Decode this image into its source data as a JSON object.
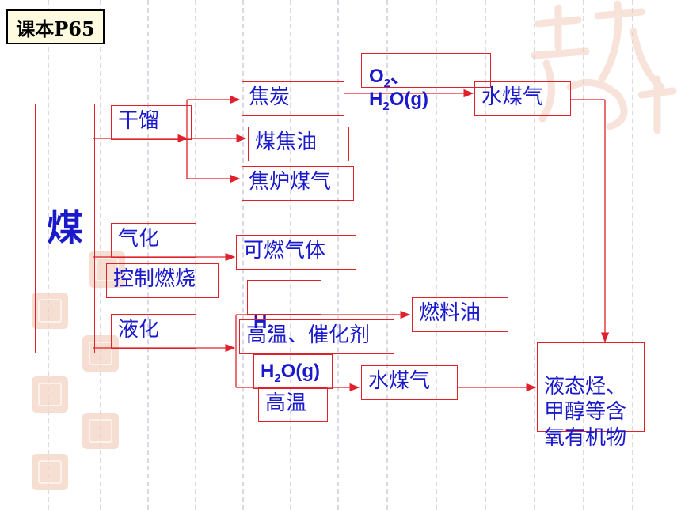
{
  "title": "课本P65",
  "root": "煤",
  "branches": {
    "dry_distillation": "干馏",
    "gasification": "气化",
    "controlled_combustion": "控制燃烧",
    "liquefaction": "液化"
  },
  "products": {
    "coke": "焦炭",
    "coal_tar": "煤焦油",
    "coke_oven_gas": "焦炉煤气",
    "water_gas_top": "水煤气",
    "combustible_gas": "可燃气体",
    "fuel_oil": "燃料油",
    "water_gas_bottom": "水煤气",
    "final_products": "液态烃、\n甲醇等含\n氧有机物"
  },
  "conditions": {
    "top_reagent_line1_main": "O",
    "top_reagent_line1_sub": "2",
    "top_reagent_line1_tail": "、",
    "top_reagent_line2_main": "H",
    "top_reagent_line2_sub": "2",
    "top_reagent_line2_tail": "O(g)",
    "h2_overlap_main": "H",
    "h2_overlap_sub": "2",
    "catalyst_condition": "高温、催化剂",
    "bottom_reagent_main": "H",
    "bottom_reagent_sub": "2",
    "bottom_reagent_tail": "O(g)",
    "high_temp": "高温"
  },
  "colors": {
    "box_border": "#e0202b",
    "arrow": "#e0202b",
    "text": "#1a1acc",
    "seal": "#f3d3c3"
  }
}
